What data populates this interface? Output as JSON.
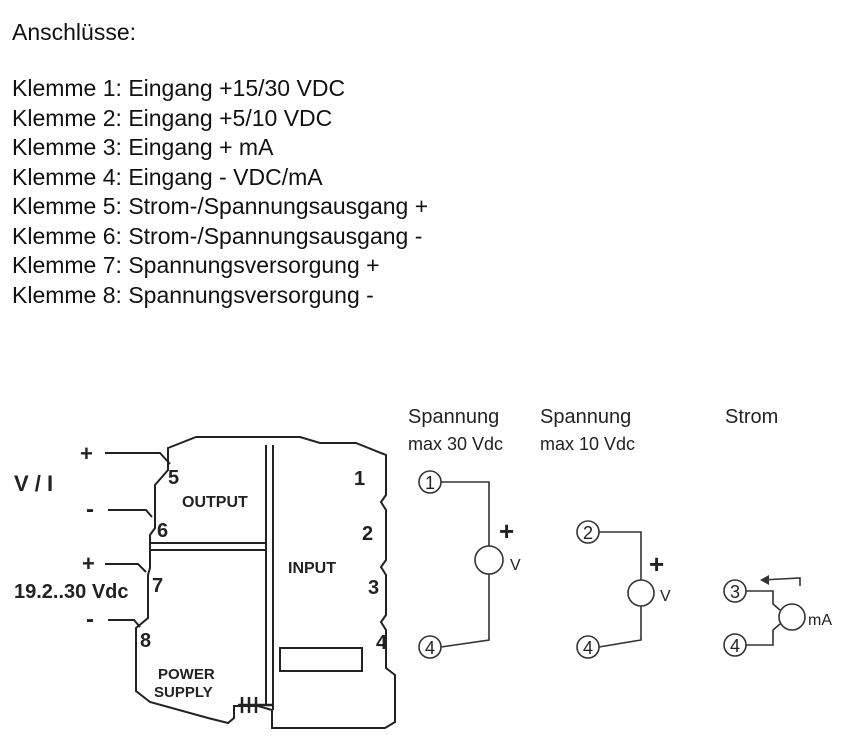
{
  "document": {
    "heading": "Anschlüsse:",
    "terminals": [
      "Klemme 1: Eingang +15/30 VDC",
      "Klemme 2: Eingang +5/10 VDC",
      "Klemme 3: Eingang + mA",
      "Klemme 4: Eingang - VDC/mA",
      "Klemme 5: Strom-/Spannungsausgang +",
      "Klemme 6: Strom-/Spannungsausgang -",
      "Klemme 7: Spannungsversorgung +",
      "Klemme 8: Spannungsversorgung -"
    ]
  },
  "diagram": {
    "output_signal": "V / I",
    "supply_voltage": "19.2..30 Vdc",
    "plus": "+",
    "minus": "-",
    "block_output": "OUTPUT",
    "block_input": "INPUT",
    "block_power_line1": "POWER",
    "block_power_line2": "SUPPLY",
    "pins": {
      "p1": "1",
      "p2": "2",
      "p3": "3",
      "p4": "4",
      "p5": "5",
      "p6": "6",
      "p7": "7",
      "p8": "8"
    },
    "circuits": {
      "voltage_high": {
        "title": "Spannung",
        "subtitle": "max 30 Vdc",
        "top_terminal": "1",
        "bottom_terminal": "4",
        "meter": "V",
        "polarity": "+"
      },
      "voltage_low": {
        "title": "Spannung",
        "subtitle": "max 10 Vdc",
        "top_terminal": "2",
        "bottom_terminal": "4",
        "meter": "V",
        "polarity": "+"
      },
      "current": {
        "title": "Strom",
        "top_terminal": "3",
        "bottom_terminal": "4",
        "meter": "mA"
      }
    }
  }
}
